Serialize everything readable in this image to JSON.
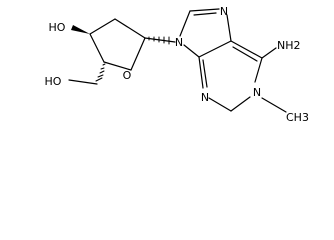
{
  "molecule": {
    "atoms": {
      "oh_top": "HO",
      "o_ring": "O",
      "oh_bottom": "HO",
      "n9": "N",
      "n7": "N",
      "n3": "N",
      "n1": "N",
      "nh2": "NH2",
      "methyl": "CH3"
    }
  }
}
